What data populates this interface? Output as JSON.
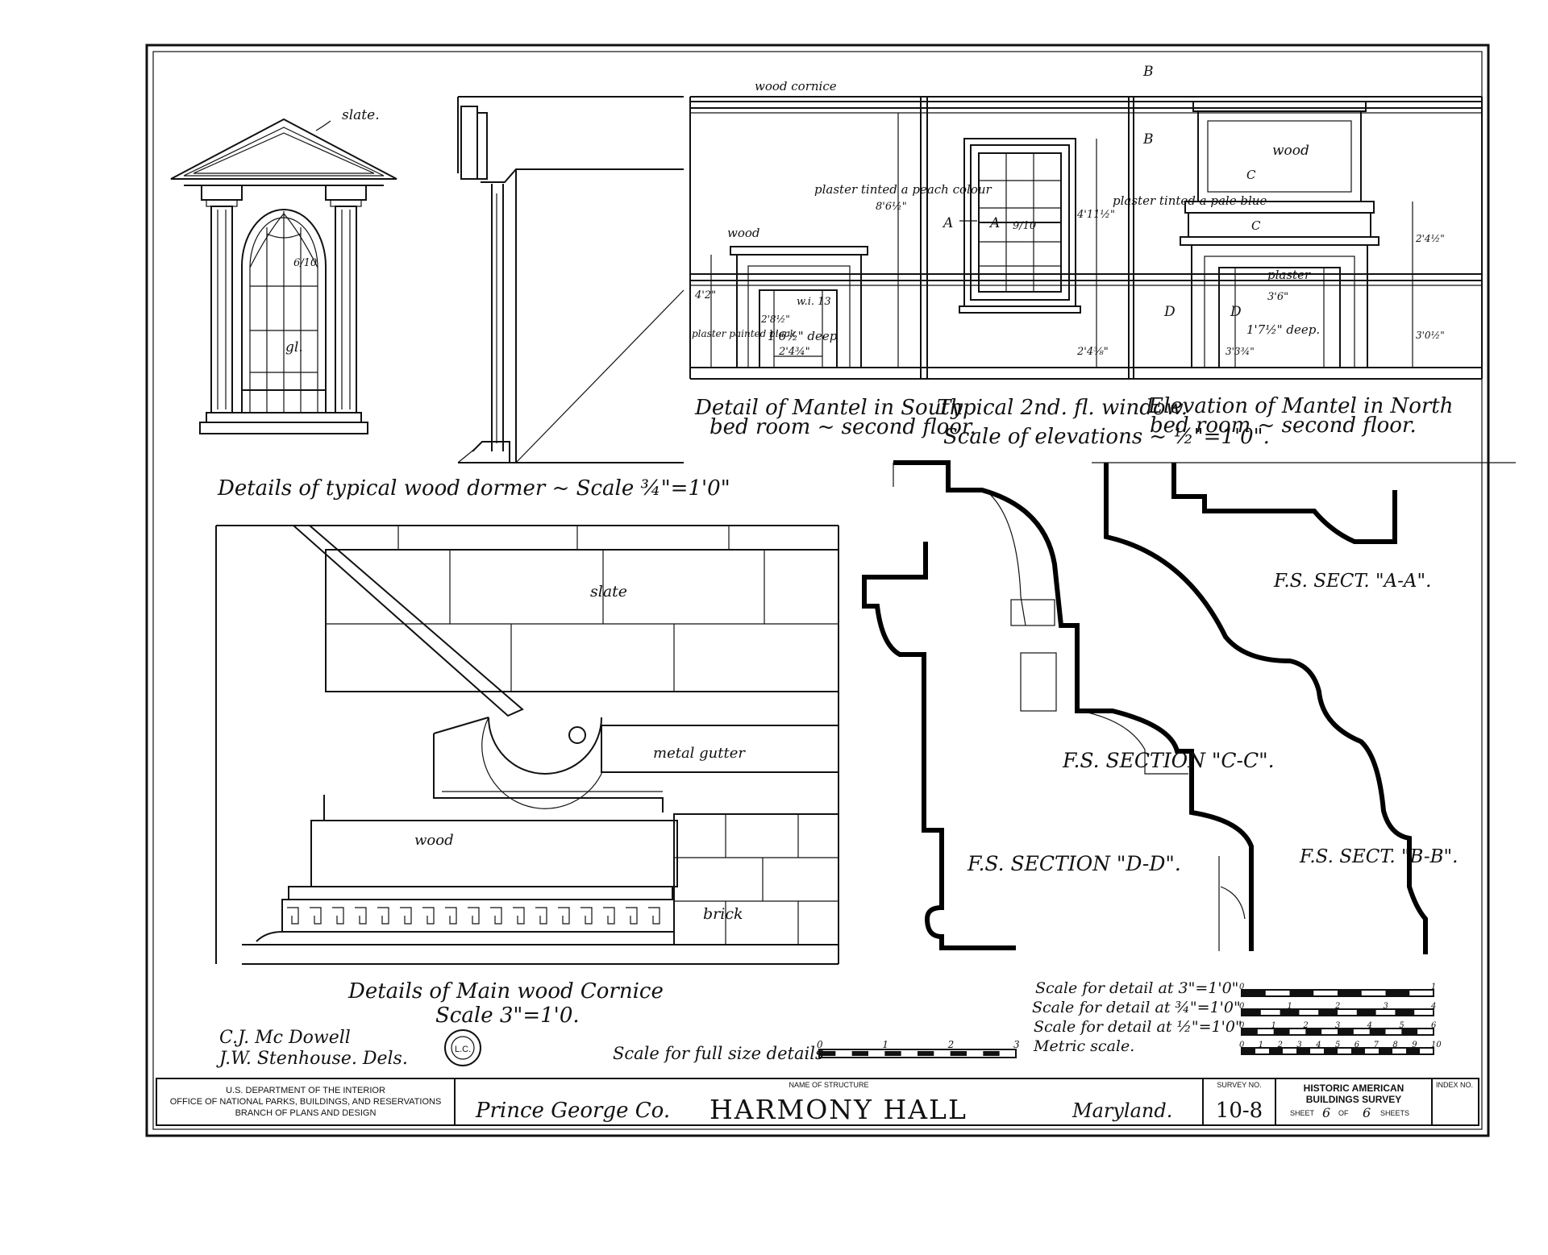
{
  "labels": {
    "dormer": {
      "slate": "slate.",
      "pane_count": "6/10",
      "glass": "gl."
    },
    "mantel_south": {
      "wood_cornice": "wood cornice",
      "plaster_peach": "plaster tinted a peach colour",
      "wood": "wood",
      "plaster_black": "plaster painted black",
      "dim_height_total": "8'6½\"",
      "dim_mantel_height": "4'2\"",
      "dim_opening_height": "2'8½\"",
      "dim_depth": "1'6½\" deep",
      "dim_width": "2'4¾\"",
      "dim_wi": "w.i. 13"
    },
    "window": {
      "mark_a_outer": "A",
      "mark_a_inner": "A",
      "pane_count": "9/10",
      "dim_height": "4'11½\"",
      "dim_sill": "2'4⅜\""
    },
    "mantel_north": {
      "mark_b_top": "B",
      "mark_b_lower": "B",
      "plaster_blue": "plaster tinted a pale blue",
      "wood": "wood",
      "mark_c_upper": "C",
      "mark_c_lower": "C",
      "plaster": "plaster",
      "width": "3'6\"",
      "mark_d_outer": "D",
      "mark_d_inner": "D",
      "dim_opening_height": "3'3¾\"",
      "dim_depth": "1'7½\" deep.",
      "dim_upper": "2'4½\"",
      "dim_lower": "3'0½\""
    },
    "cornice": {
      "slate": "slate",
      "metal_gutter": "metal gutter",
      "wood": "wood",
      "brick": "brick"
    },
    "sections": {
      "cc": "F.S. SECTION \"C-C\".",
      "dd": "F.S. SECTION \"D-D\".",
      "aa": "F.S. SECT. \"A-A\".",
      "bb": "F.S. SECT. \"B-B\"."
    }
  },
  "captions": {
    "mantel_south_1": "Detail of Mantel in South",
    "mantel_south_2": "bed room ~ second floor.",
    "window_1": "Typical 2nd. fl. window.",
    "window_2": "Scale of elevations ~ ½\"=1'0\".",
    "mantel_north_1": "Elevation of Mantel in North",
    "mantel_north_2": "bed room ~ second floor.",
    "dormer": "Details of typical wood dormer ~ Scale ¾\"=1'0\"",
    "cornice_1": "Details of Main wood Cornice",
    "cornice_2": "Scale 3\"=1'0."
  },
  "scales": {
    "full_size_label": "Scale for full size details",
    "full_size_ticks": [
      "0",
      "1",
      "2",
      "3"
    ],
    "rows": [
      {
        "label": "Scale for detail at 3\"=1'0\"",
        "ticks": [
          "0",
          "1"
        ]
      },
      {
        "label": "Scale for detail at ¾\"=1'0\"",
        "ticks": [
          "0",
          "1",
          "2",
          "3",
          "4"
        ]
      },
      {
        "label": "Scale for detail at ½\"=1'0\"",
        "ticks": [
          "0",
          "1",
          "2",
          "3",
          "4",
          "5",
          "6"
        ]
      },
      {
        "label": "Metric scale.",
        "ticks": [
          "0",
          "1",
          "2",
          "3",
          "4",
          "5",
          "6",
          "7",
          "8",
          "9",
          "10"
        ]
      }
    ]
  },
  "credits": {
    "line1": "C.J. Mc Dowell",
    "line2": "J.W. Stenhouse. Dels.",
    "seal": "L.C."
  },
  "title_block": {
    "dept_line1": "U.S. DEPARTMENT OF THE INTERIOR",
    "dept_line2": "OFFICE OF NATIONAL PARKS, BUILDINGS, AND RESERVATIONS",
    "dept_line3": "BRANCH OF PLANS AND DESIGN",
    "name_header": "NAME OF STRUCTURE",
    "county": "Prince George Co.",
    "structure": "HARMONY HALL",
    "state": "Maryland.",
    "survey_header": "SURVEY NO.",
    "survey_no": "10-8",
    "habs_line1": "HISTORIC AMERICAN",
    "habs_line2": "BUILDINGS SURVEY",
    "sheet_word": "SHEET",
    "sheet_no": "6",
    "of_word": "OF",
    "sheet_total": "6",
    "sheets_word": "SHEETS",
    "index_header": "INDEX NO."
  }
}
